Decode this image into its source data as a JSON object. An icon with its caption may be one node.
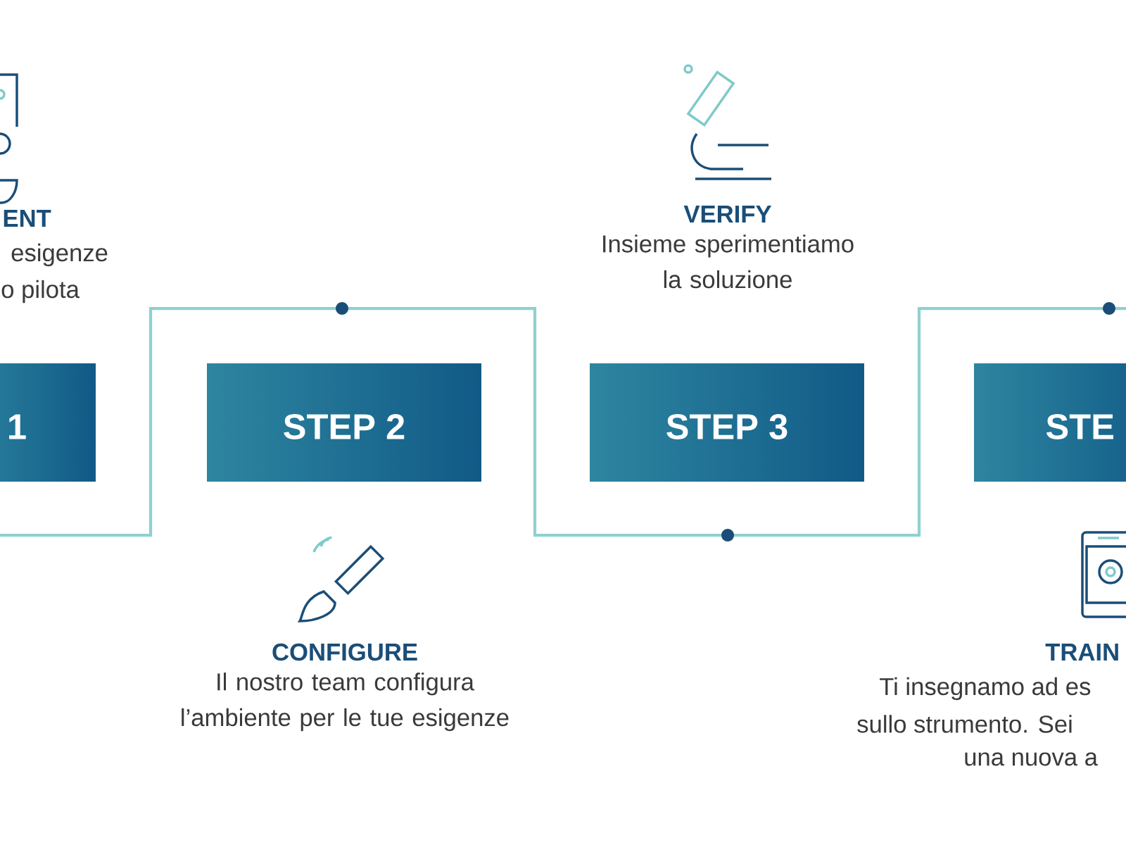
{
  "diagram": {
    "nodes": [
      {
        "text": [
          "1"
        ]
      },
      {
        "text": [
          "STEP 2"
        ]
      },
      {
        "text": [
          "STEP 3"
        ]
      },
      {
        "text": [
          "STE"
        ]
      }
    ],
    "labels": [
      "ENT",
      "esigenze",
      "o pilota",
      "VERIFY",
      "Insieme sperimentiamo la soluzione",
      "CONFIGURE",
      "Il nostro team configura l’ambiente per le tue esigenze",
      "TRAIN",
      "Ti insegnamo ad es",
      "sullo strumento. Sei",
      "una nuova a"
    ]
  }
}
